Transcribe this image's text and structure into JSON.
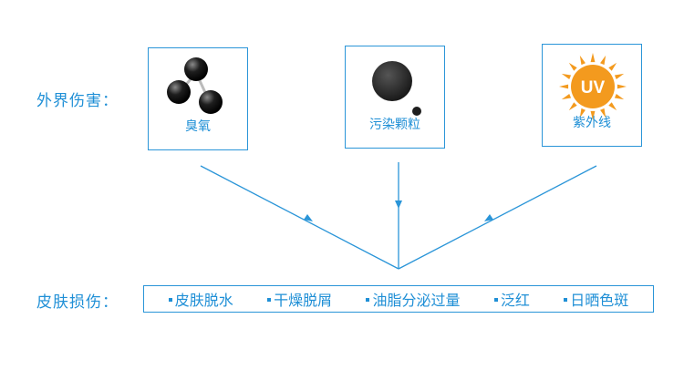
{
  "external_label": "外界伤害：",
  "skin_label": "皮肤损伤：",
  "factors": [
    {
      "caption": "臭氧",
      "icon": "ozone-molecule-icon"
    },
    {
      "caption": "污染颗粒",
      "icon": "pollution-particle-icon"
    },
    {
      "caption": "紫外线",
      "icon": "uv-sun-icon",
      "icon_text": "UV"
    }
  ],
  "damages": [
    "皮肤脱水",
    "干燥脱屑",
    "油脂分泌过量",
    "泛红",
    "日晒色斑"
  ],
  "colors": {
    "accent": "#1f8fd6",
    "sun": "#f39a1e",
    "particle": "#2a2a2a"
  }
}
